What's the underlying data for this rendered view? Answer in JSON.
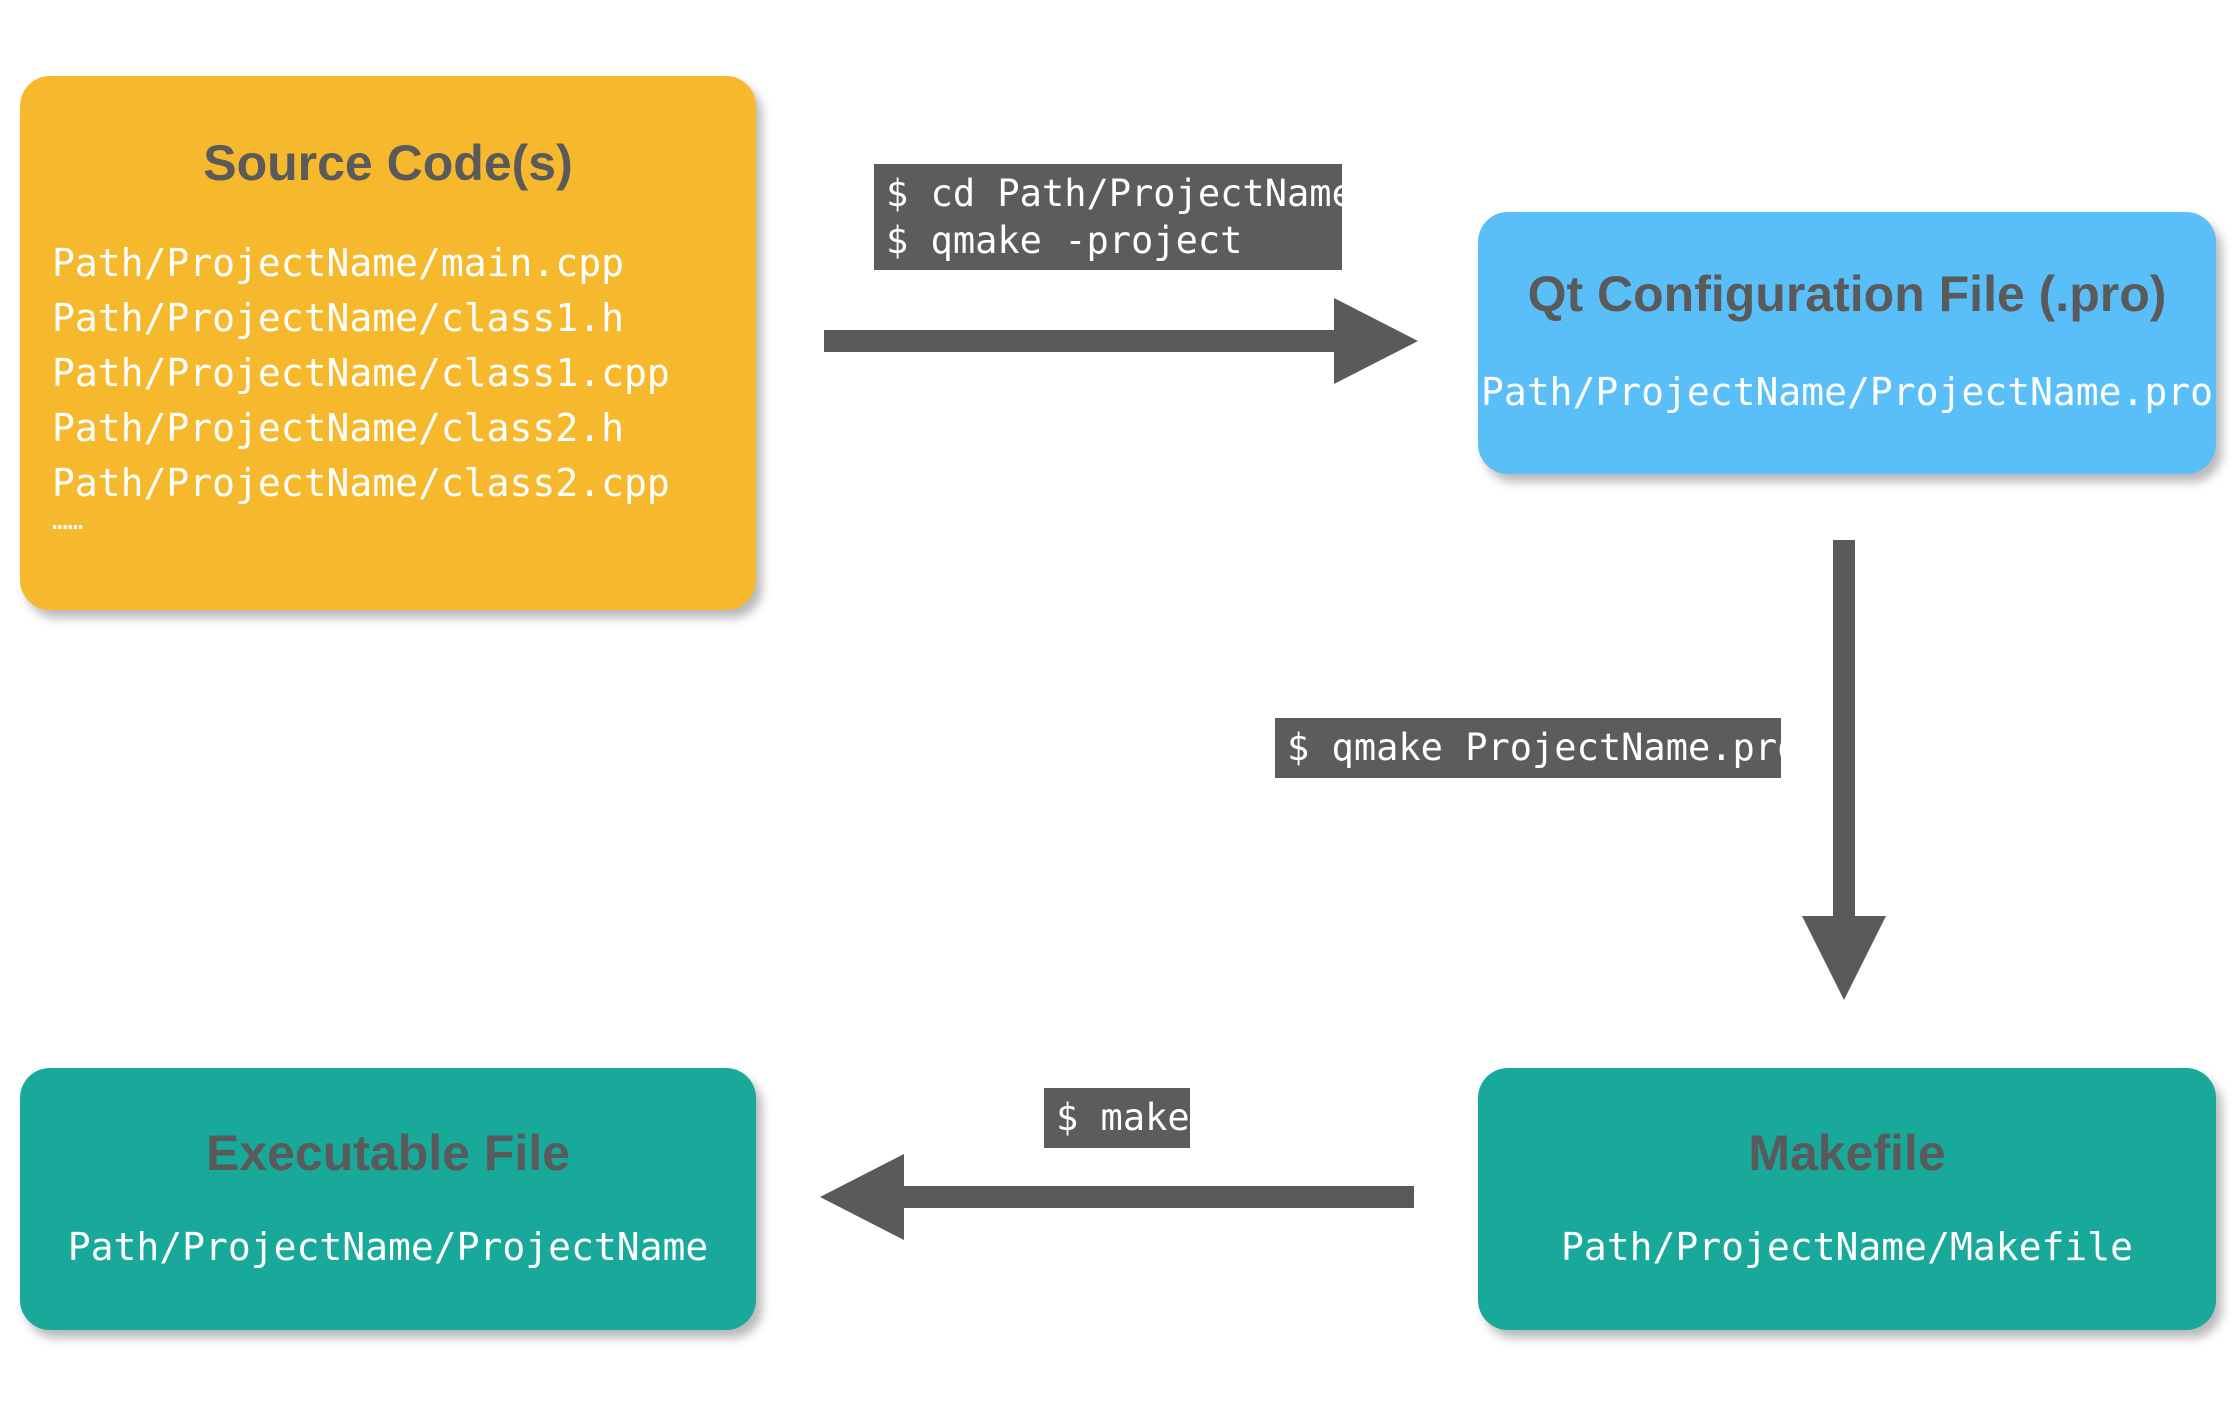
{
  "colors": {
    "source_box": "#f6b92d",
    "config_box": "#5abff9",
    "makefile_box": "#18a99a",
    "executable_box": "#18a99a",
    "arrow": "#5a5a5a",
    "command_bg": "#5c5c5c",
    "title_text": "#5a5a5a"
  },
  "source": {
    "title": "Source Code(s)",
    "files": [
      "Path/ProjectName/main.cpp",
      "Path/ProjectName/class1.h",
      "Path/ProjectName/class1.cpp",
      "Path/ProjectName/class2.h",
      "Path/ProjectName/class2.cpp"
    ],
    "ellipsis": "……"
  },
  "config": {
    "title": "Qt Configuration File (.pro)",
    "path": "Path/ProjectName/ProjectName.pro"
  },
  "makefile": {
    "title": "Makefile",
    "path": "Path/ProjectName/Makefile"
  },
  "executable": {
    "title": "Executable File",
    "path": "Path/ProjectName/ProjectName"
  },
  "commands": {
    "step1_line1": "$ cd Path/ProjectName",
    "step1_line2": "$ qmake -project",
    "step2": "$ qmake ProjectName.pro",
    "step3": "$ make"
  }
}
